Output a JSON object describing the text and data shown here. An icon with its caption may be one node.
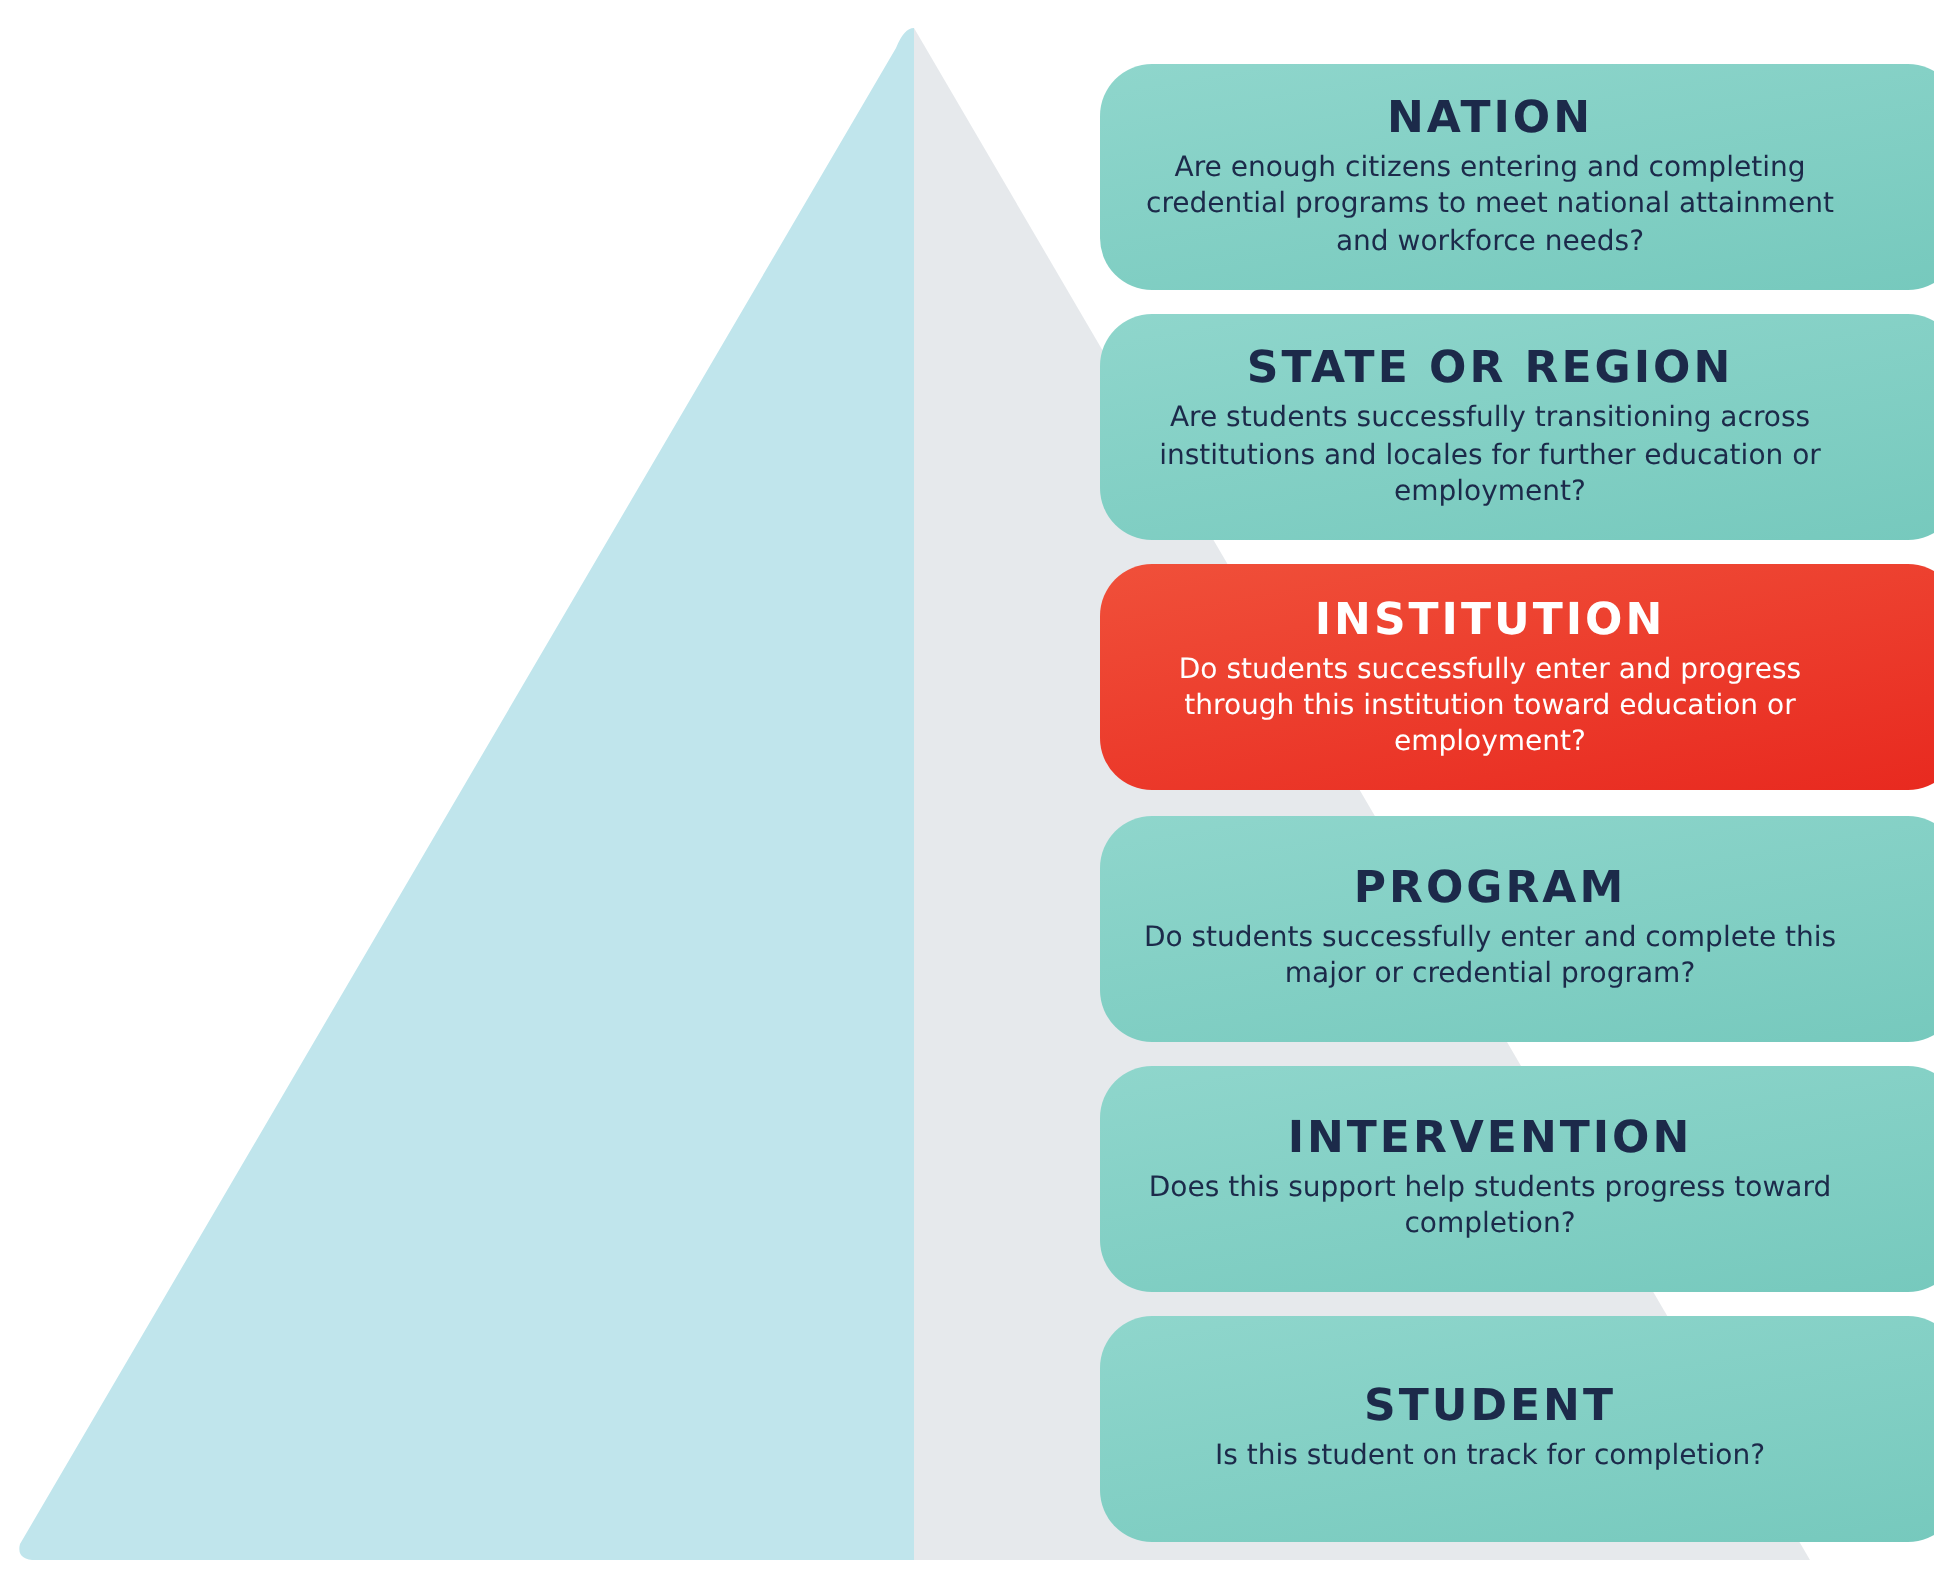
{
  "diagram": {
    "nodes": [
      {
        "text": [
          "NATION",
          "Are enough citizens entering and completing credential programs to meet national attainment and workforce needs?"
        ]
      },
      {
        "text": [
          "STATE OR REGION",
          "Are students successfully transitioning across institutions and locales for further education or employment?"
        ]
      },
      {
        "text": [
          "INSTITUTION",
          "Do students successfully enter and progress through this institution toward education or employment?"
        ]
      },
      {
        "text": [
          "PROGRAM",
          "Do students successfully enter and complete this major or credential program?"
        ]
      },
      {
        "text": [
          "INTERVENTION",
          "Does this support help students progress toward completion?"
        ]
      },
      {
        "text": [
          "STUDENT",
          "Is this student on track for completion?"
        ]
      }
    ]
  }
}
